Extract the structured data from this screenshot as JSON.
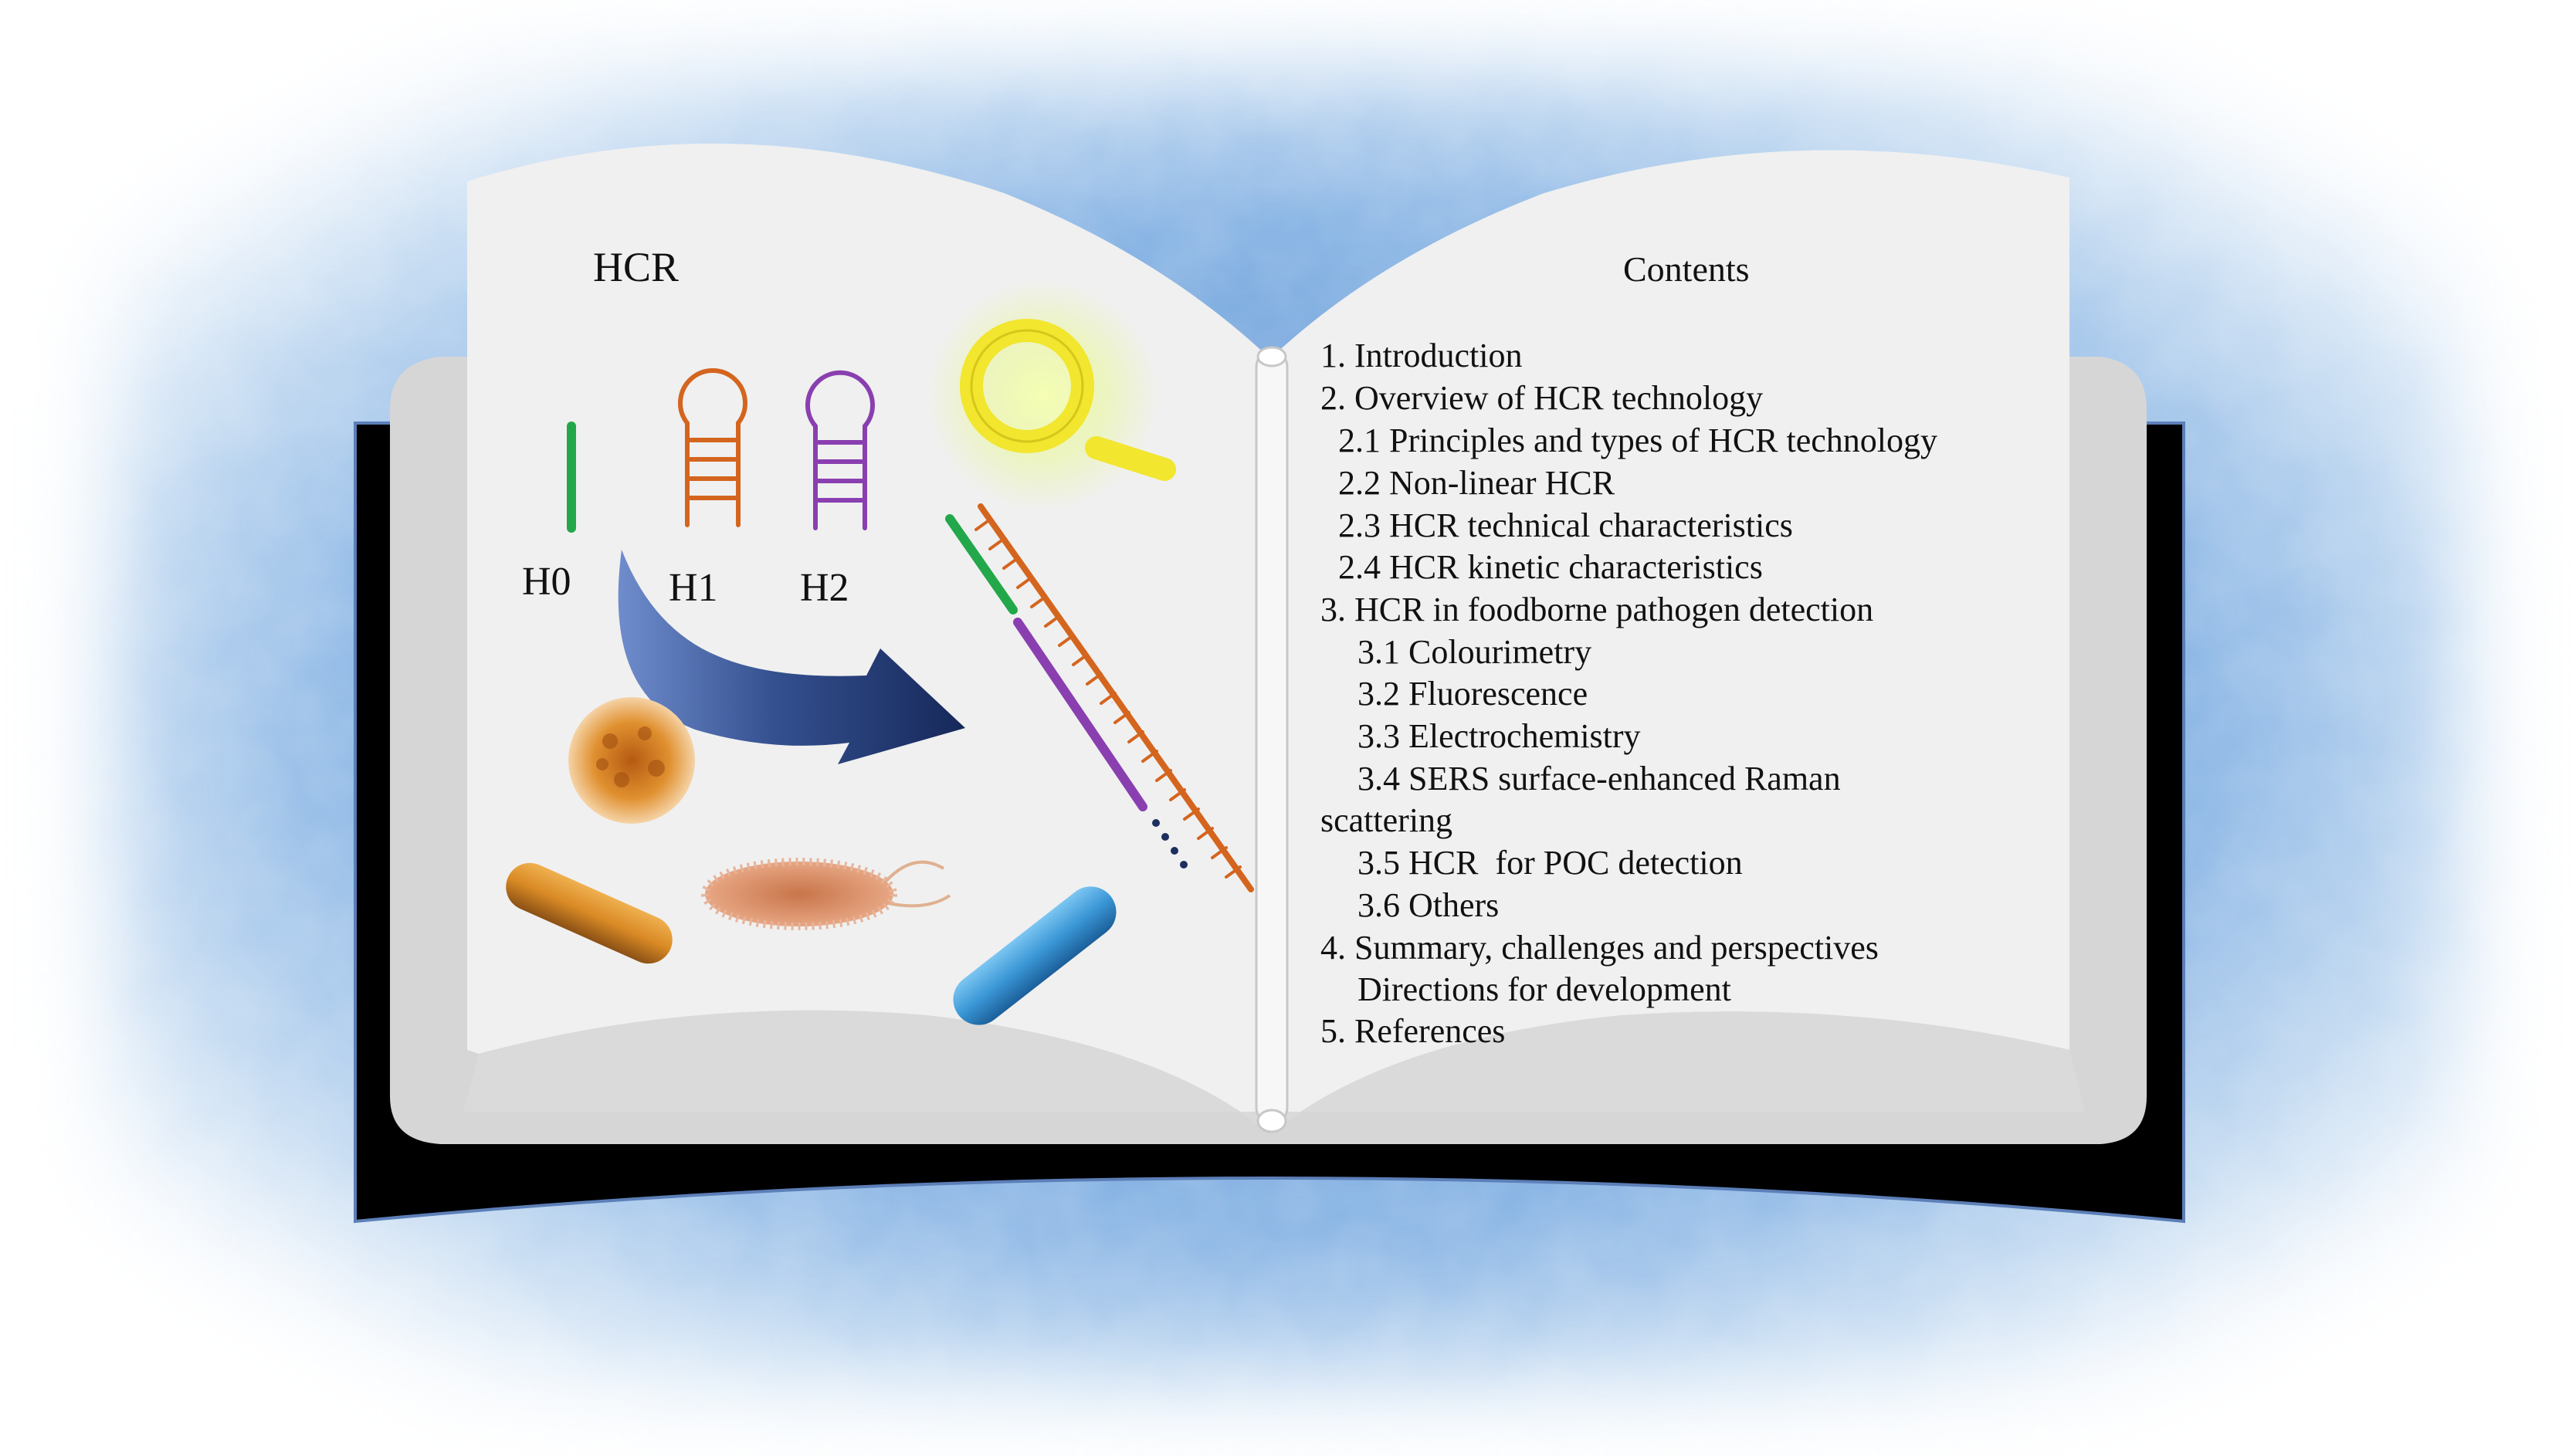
{
  "left_page": {
    "title": "HCR",
    "hairpins": [
      {
        "label": "H0",
        "color": "#22a84a"
      },
      {
        "label": "H1",
        "color": "#d4651e"
      },
      {
        "label": "H2",
        "color": "#8a3fb0"
      }
    ]
  },
  "right_page": {
    "title": "Contents",
    "items": [
      {
        "text": "1. Introduction",
        "indent": 0
      },
      {
        "text": "2. Overview of HCR technology",
        "indent": 0
      },
      {
        "text": "2.1 Principles and types of HCR technology",
        "indent": 1
      },
      {
        "text": "2.2 Non-linear HCR",
        "indent": 1
      },
      {
        "text": "2.3 HCR technical characteristics",
        "indent": 1
      },
      {
        "text": "2.4 HCR kinetic characteristics",
        "indent": 1
      },
      {
        "text": "3. HCR in foodborne pathogen detection",
        "indent": 0
      },
      {
        "text": "3.1 Colourimetry",
        "indent": 2
      },
      {
        "text": "3.2 Fluorescence",
        "indent": 2
      },
      {
        "text": "3.3 Electrochemistry",
        "indent": 2
      },
      {
        "text": "3.4 SERS surface-enhanced Raman",
        "indent": 2
      },
      {
        "text": "scattering",
        "indent": 0
      },
      {
        "text": "3.5 HCR  for POC detection",
        "indent": 2
      },
      {
        "text": "3.6 Others",
        "indent": 2
      },
      {
        "text": "4. Summary, challenges and perspectives",
        "indent": 0
      },
      {
        "text": "Directions for development",
        "indent": 2
      },
      {
        "text": "5. References",
        "indent": 0
      }
    ]
  },
  "colors": {
    "background_blue": "#6f9fd8",
    "page": "#f0f0f0",
    "cover": "#d6d6d6",
    "book_back": "#000000",
    "arrow_dark": "#1c2f5e",
    "arrow_light": "#5876b0",
    "magnifier": "#f2e62e",
    "bacteria_orange": "#c8782a",
    "bacteria_blue": "#2f8fd0"
  }
}
